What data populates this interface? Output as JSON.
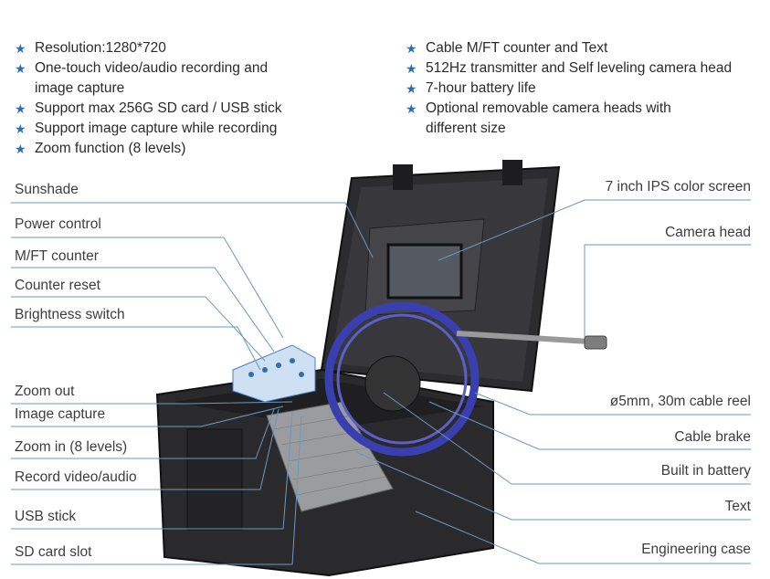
{
  "features_left": [
    "Resolution:1280*720",
    "One-touch video/audio recording and image capture",
    "Support max 256G SD card / USB stick",
    "Support image capture while recording",
    "Zoom function (8 levels)"
  ],
  "features_right": [
    "Cable M/FT counter and Text",
    "512Hz transmitter and Self leveling camera head",
    "7-hour battery life",
    "Optional removable camera heads with different size"
  ],
  "labels_left": [
    "Sunshade",
    "Power control",
    "M/FT counter",
    "Counter reset",
    "Brightness switch",
    "Zoom out",
    "Image capture",
    "Zoom in (8 levels)",
    "Record video/audio",
    "USB stick",
    "SD card slot"
  ],
  "labels_right": [
    "7 inch IPS color screen",
    "Camera head",
    "ø5mm, 30m cable reel",
    "Cable brake",
    "Built in battery",
    "Text",
    "Engineering case"
  ],
  "colors": {
    "accent": "#2f6fb0",
    "line": "#6a98c4",
    "case": "#2a2a2c",
    "cable": "#3a3fb0"
  }
}
